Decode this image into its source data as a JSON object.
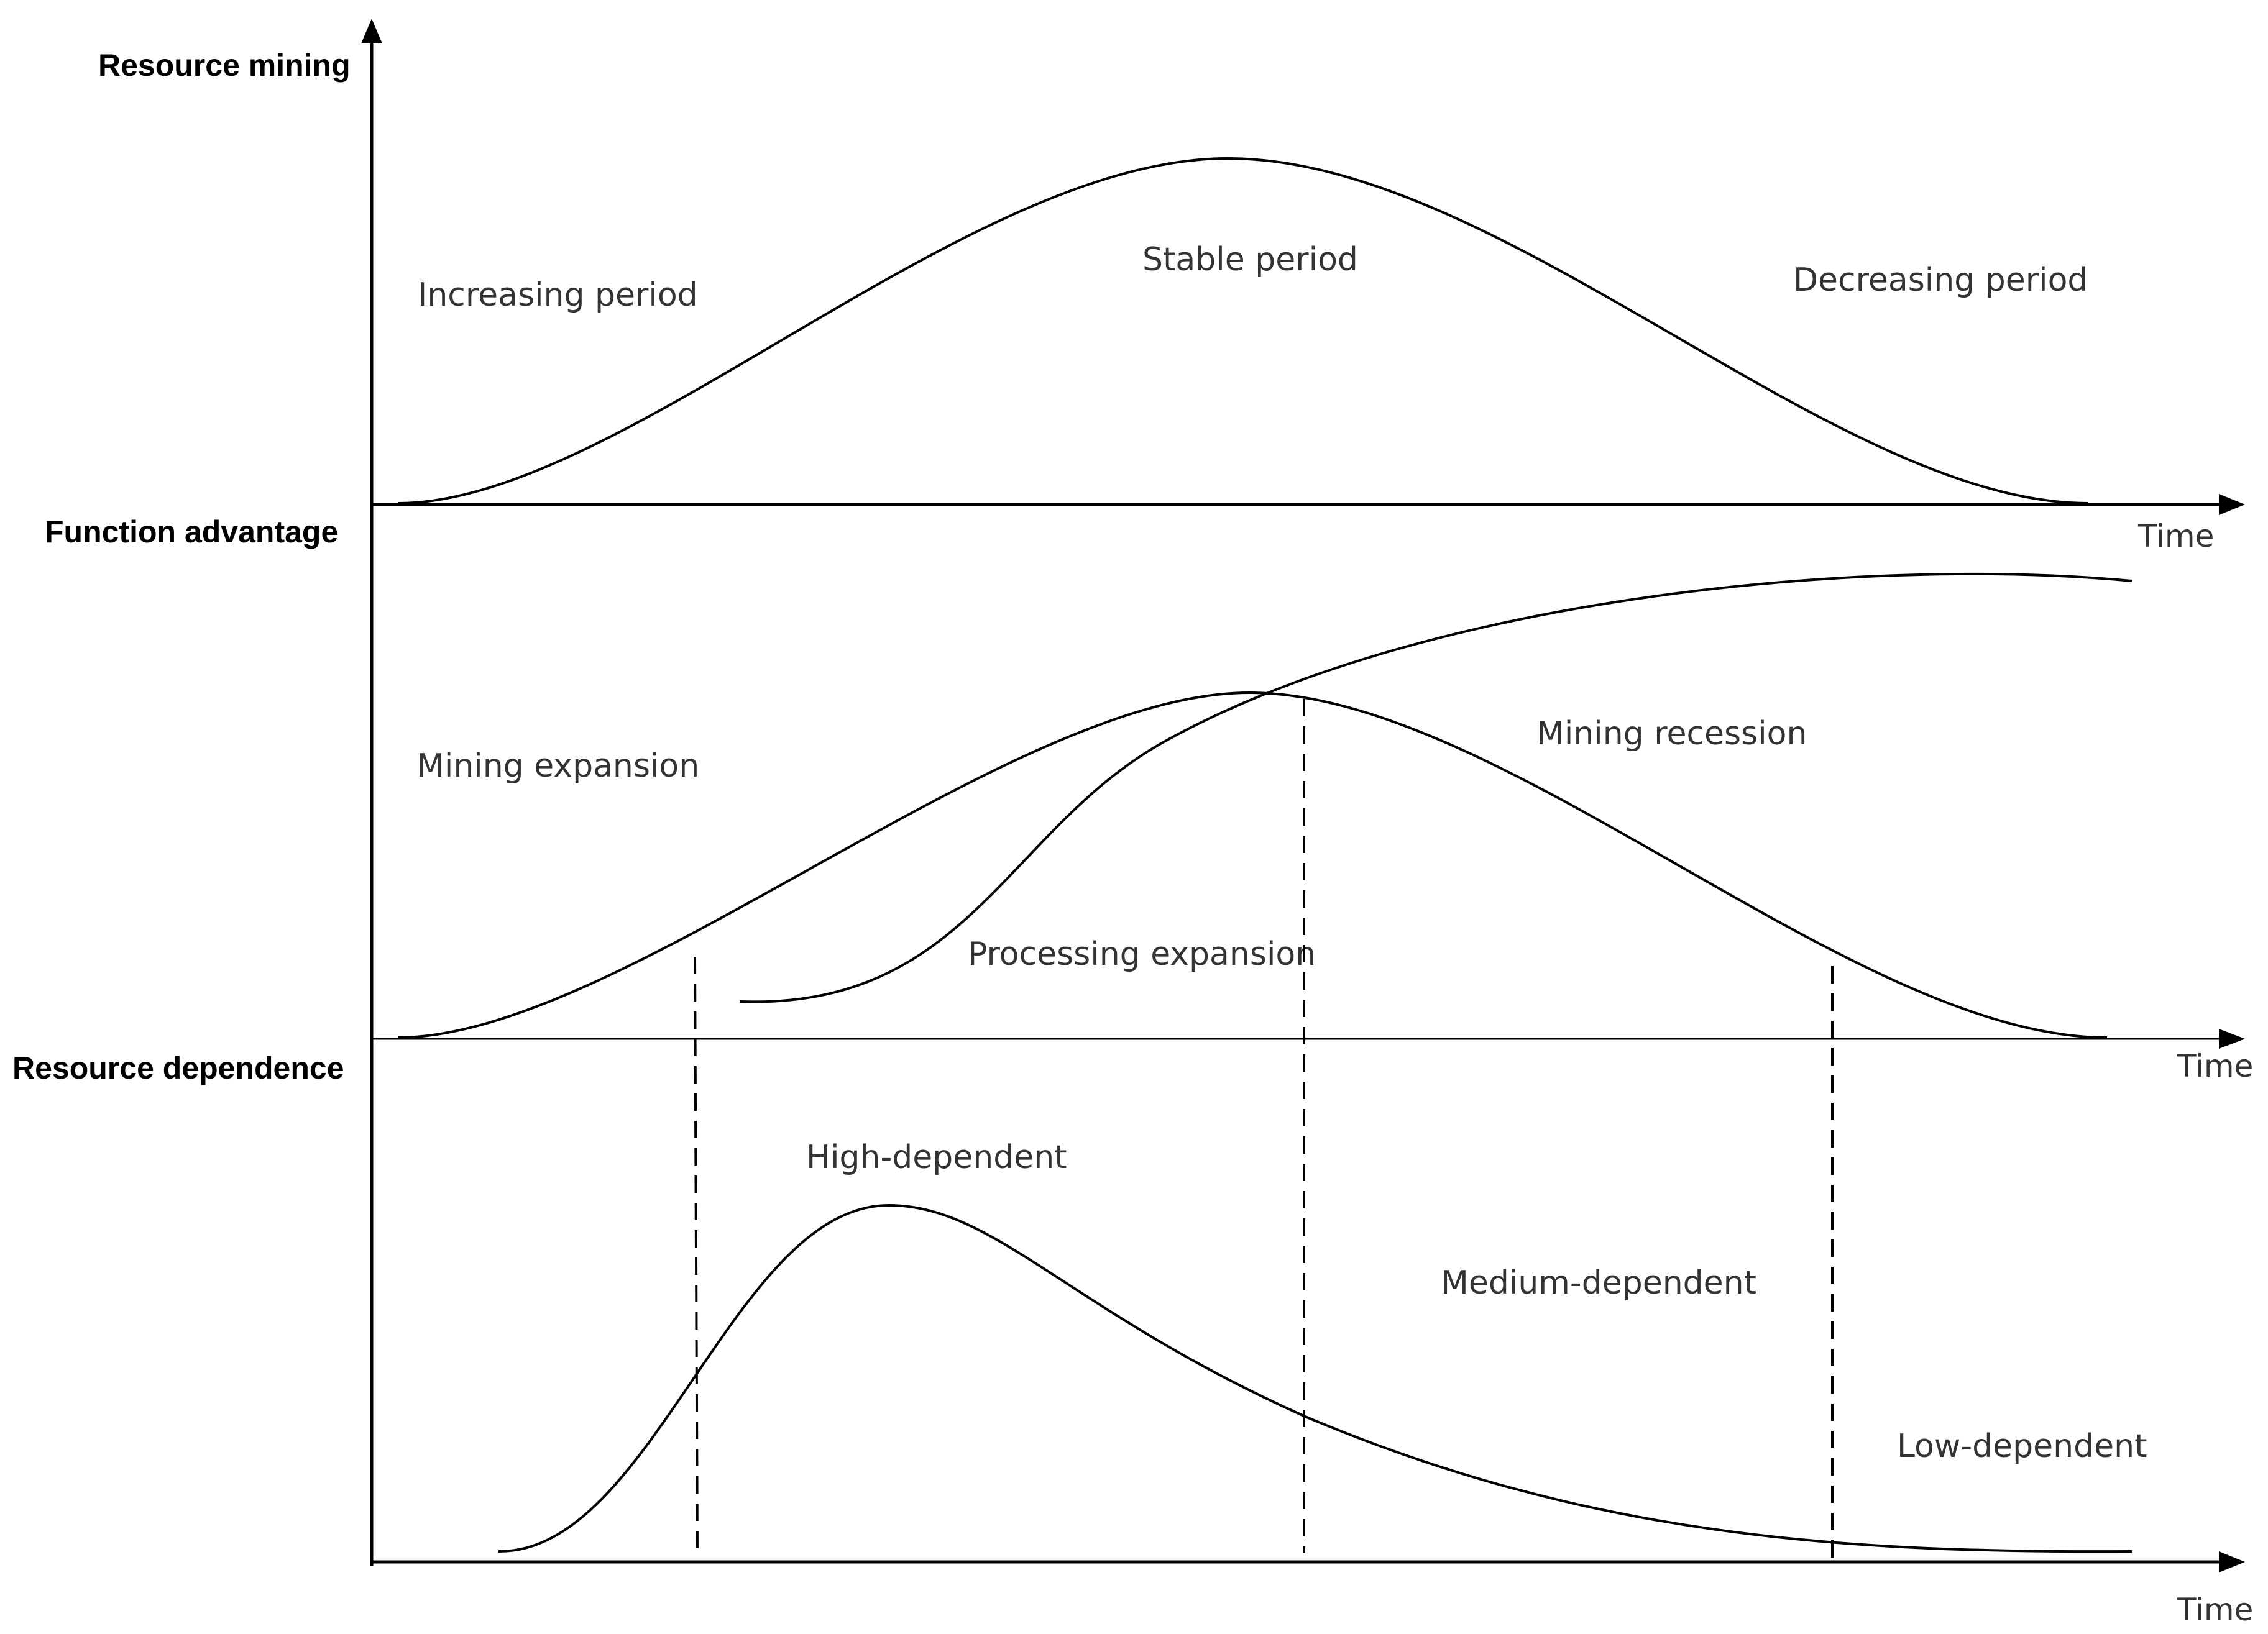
{
  "axes": {
    "resource_mining": "Resource mining",
    "function_advantage": "Function advantage",
    "resource_dependence": "Resource dependence",
    "time_top": "Time",
    "time_middle": "Time",
    "time_bottom": "Time"
  },
  "panel_top": {
    "increasing": "Increasing period",
    "stable": "Stable period",
    "decreasing": "Decreasing period"
  },
  "panel_middle": {
    "mining_expansion": "Mining expansion",
    "processing_expansion": "Processing expansion",
    "mining_recession": "Mining recession"
  },
  "panel_bottom": {
    "high": "High-dependent",
    "medium": "Medium-dependent",
    "low": "Low-dependent"
  }
}
